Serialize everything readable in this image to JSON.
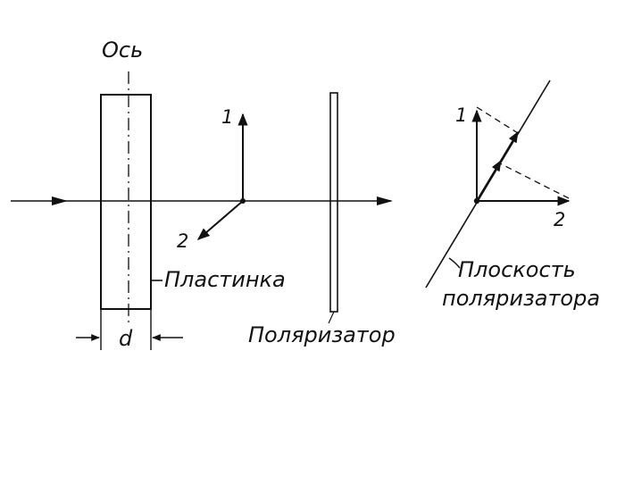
{
  "labels": {
    "axis": "Ось",
    "plate": "Пластинка",
    "thickness": "d",
    "polarizer": "Поляризатор",
    "component_1": "1",
    "component_2": "2",
    "vector_component_1": "1",
    "vector_component_2": "2",
    "polarizer_plane_line1": "Плоскость",
    "polarizer_plane_line2": "поляризатора"
  },
  "colors": {
    "ink": "#111111",
    "background": "#ffffff"
  }
}
